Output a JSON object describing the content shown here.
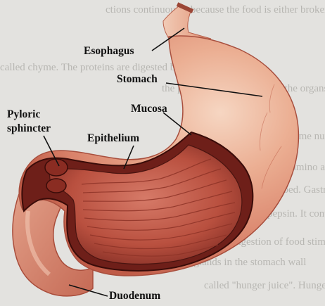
{
  "diagram": {
    "labels": {
      "esophagus": "Esophagus",
      "stomach": "Stomach",
      "mucosa": "Mucosa",
      "pyloric_line1": "Pyloric",
      "pyloric_line2": "sphincter",
      "epithelium": "Epithelium",
      "duodenum": "Duodenum"
    },
    "background_page_text": [
      "ctions continuously because the food is either broken",
      "called chyme. The proteins are digested by which",
      "the process of contraction of the organs",
      "sphincter muscle. Some nutrients are also",
      "ions and amino acids the blood is then",
      "absorbed. Gastric juice, which contains",
      "pepsin. It contains hydrochloric acid and",
      "enzymes. Ingestion of food stimulates",
      "and glands in the stomach wall",
      "called \"hunger juice\". Hunger pangs"
    ]
  }
}
